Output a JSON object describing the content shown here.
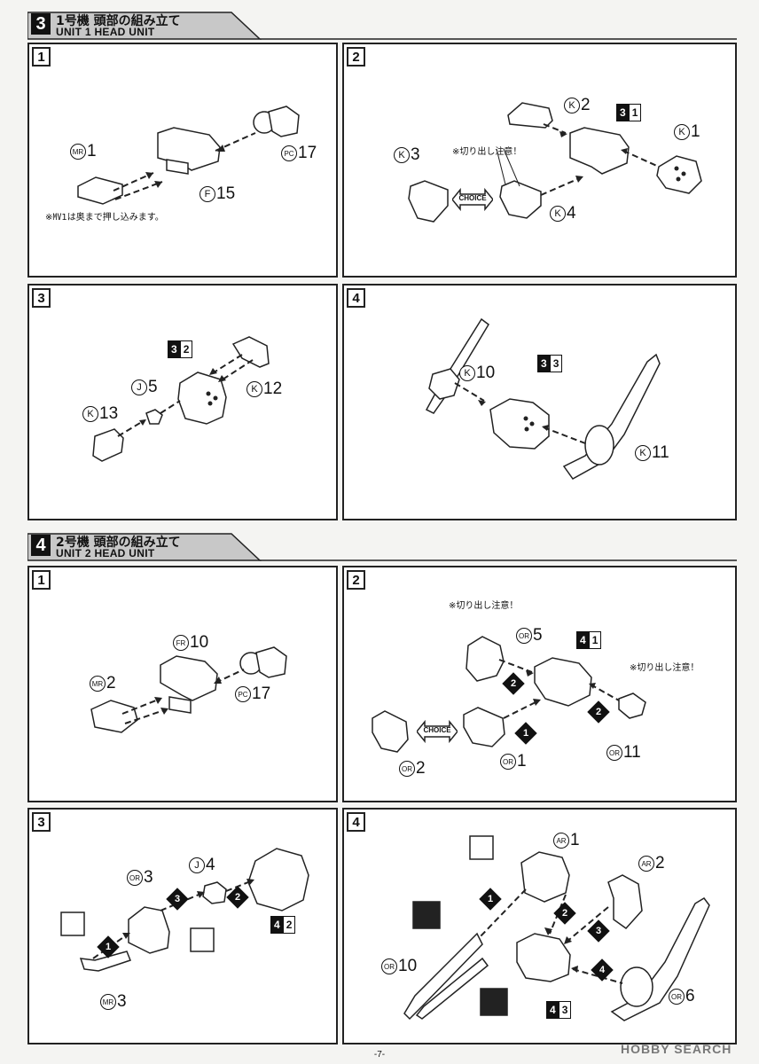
{
  "sections": [
    {
      "number": "3",
      "title_jp": "1号機 頭部の組み立て",
      "title_en": "UNIT 1 HEAD UNIT",
      "panels": [
        {
          "number": "1",
          "labels": [
            {
              "letter": "MR",
              "num": "1"
            },
            {
              "letter": "PC",
              "num": "17"
            },
            {
              "letter": "F",
              "num": "15"
            }
          ],
          "note": "※㎹1は奥まで押し込みます。"
        },
        {
          "number": "2",
          "labels": [
            {
              "letter": "K",
              "num": "2"
            },
            {
              "letter": "K",
              "num": "1"
            },
            {
              "letter": "K",
              "num": "3"
            },
            {
              "letter": "K",
              "num": "4"
            }
          ],
          "step": {
            "a": "3",
            "b": "1"
          },
          "note": "※切り出し注意！",
          "choice": "CHOICE"
        },
        {
          "number": "3",
          "labels": [
            {
              "letter": "J",
              "num": "5"
            },
            {
              "letter": "K",
              "num": "12"
            },
            {
              "letter": "K",
              "num": "13"
            }
          ],
          "step": {
            "a": "3",
            "b": "2"
          }
        },
        {
          "number": "4",
          "labels": [
            {
              "letter": "K",
              "num": "10"
            },
            {
              "letter": "K",
              "num": "11"
            }
          ],
          "step": {
            "a": "3",
            "b": "3"
          }
        }
      ]
    },
    {
      "number": "4",
      "title_jp": "2号機 頭部の組み立て",
      "title_en": "UNIT 2 HEAD UNIT",
      "panels": [
        {
          "number": "1",
          "labels": [
            {
              "letter": "FR",
              "num": "10"
            },
            {
              "letter": "MR",
              "num": "2"
            },
            {
              "letter": "PC",
              "num": "17"
            }
          ]
        },
        {
          "number": "2",
          "labels": [
            {
              "letter": "OR",
              "num": "5"
            },
            {
              "letter": "OR",
              "num": "11"
            },
            {
              "letter": "OR",
              "num": "2"
            },
            {
              "letter": "OR",
              "num": "1"
            }
          ],
          "step": {
            "a": "4",
            "b": "1"
          },
          "note_a": "※切り出し注意！",
          "note_b": "※切り出し注意！",
          "choice": "CHOICE",
          "seq": [
            "2",
            "2",
            "1"
          ]
        },
        {
          "number": "3",
          "labels": [
            {
              "letter": "J",
              "num": "4"
            },
            {
              "letter": "OR",
              "num": "3"
            },
            {
              "letter": "MR",
              "num": "3"
            }
          ],
          "step": {
            "a": "4",
            "b": "2"
          },
          "seq": [
            "3",
            "2",
            "1"
          ]
        },
        {
          "number": "4",
          "labels": [
            {
              "letter": "AR",
              "num": "1"
            },
            {
              "letter": "AR",
              "num": "2"
            },
            {
              "letter": "OR",
              "num": "10"
            },
            {
              "letter": "OR",
              "num": "6"
            }
          ],
          "step": {
            "a": "4",
            "b": "3"
          },
          "seq": [
            "1",
            "2",
            "3",
            "4"
          ]
        }
      ]
    }
  ],
  "page_number": "-7-",
  "watermark": "HOBBY SEARCH",
  "colors": {
    "panel_border": "#222222",
    "header_fill": "#c8c8c8",
    "page_bg": "#f4f4f2"
  }
}
